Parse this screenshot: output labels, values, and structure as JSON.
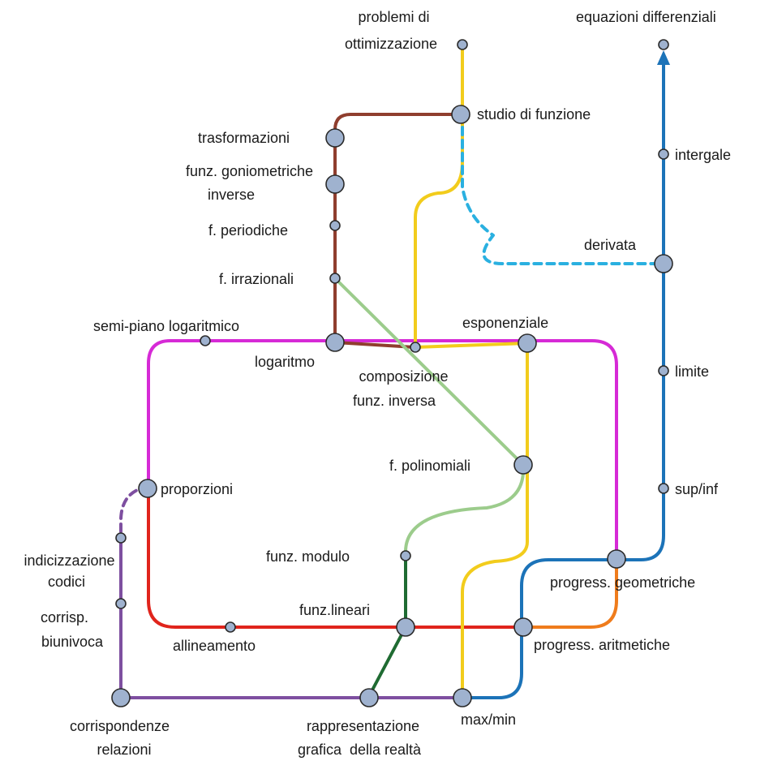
{
  "diagram": {
    "lines": {
      "magenta": "#d62ad6",
      "red": "#e0241c",
      "orange": "#ef7c1c",
      "yellow": "#f2cc1c",
      "brown": "#8f3e2e",
      "blue": "#1c73b8",
      "light_blue": "#2ab0e0",
      "light_green": "#9ccc8c",
      "dark_green": "#1f6b32",
      "purple": "#7e4fa0",
      "station_fill": "#9fb2cf",
      "station_stroke": "#2b2b2b"
    },
    "stations": {
      "problemi_ottimizzazione": [
        "problemi di",
        "ottimizzazione"
      ],
      "equazioni_differenziali": "equazioni differenziali",
      "studio_di_funzione": "studio di funzione",
      "trasformazioni": "trasformazioni",
      "funz_goniometriche_inverse": [
        "funz. goniometriche",
        "inverse"
      ],
      "intergale": "intergale",
      "f_periodiche": "f. periodiche",
      "derivata": "derivata",
      "f_irrazionali": "f. irrazionali",
      "semi_piano_logaritmico": "semi-piano logaritmico",
      "esponenziale": "esponenziale",
      "logaritmo": "logaritmo",
      "composizione_funz_inversa": [
        "composizione",
        "funz. inversa"
      ],
      "limite": "limite",
      "f_polinomiali": "f. polinomiali",
      "proporzioni": "proporzioni",
      "sup_inf": "sup/inf",
      "funz_modulo": "funz. modulo",
      "indicizzazione_codici": [
        "indicizzazione",
        "codici"
      ],
      "progress_geometriche": "progress. geometriche",
      "corrisp_biunivoca": [
        "corrisp.",
        "biunivoca"
      ],
      "funz_lineari": "funz.lineari",
      "allineamento": "allineamento",
      "progress_aritmetiche": "progress. aritmetiche",
      "corrispondenze_relazioni": [
        "corrispondenze",
        "relazioni"
      ],
      "rappresentazione_grafica": [
        "rappresentazione",
        "grafica  della realtà"
      ],
      "max_min": "max/min"
    }
  }
}
